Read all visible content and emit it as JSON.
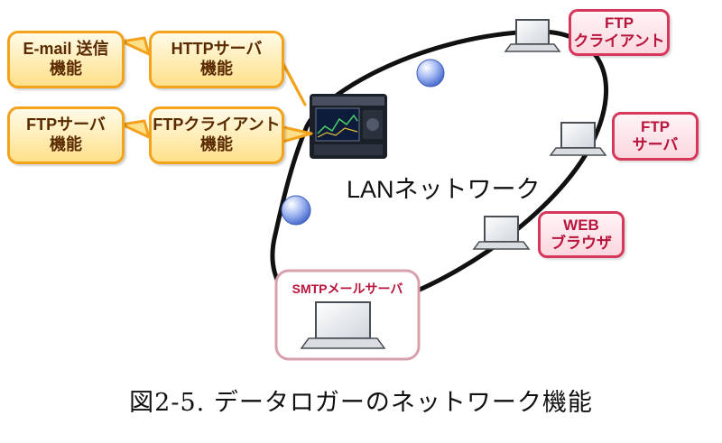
{
  "callouts": {
    "email": "E-mail 送信\n機能",
    "http": "HTTPサーバ\n機能",
    "ftp_server": "FTPサーバ\n機能",
    "ftp_client": "FTPクライアント\n機能"
  },
  "nodes": {
    "ftp_client": "FTP\nクライアント",
    "ftp_server": "FTP\nサーバ",
    "web_browser": "WEB\nブラウザ",
    "smtp_server": "SMTPメールサーバ"
  },
  "network_label": "LANネットワーク",
  "caption": "図2-5. データロガーのネットワーク機能",
  "colors": {
    "callout_border": "#f3a21c",
    "callout_fill": "#ffe08a",
    "node_border": "#d6375b",
    "node_text": "#b8143c",
    "ring": "#111111",
    "hub": "#6f8fe0"
  }
}
